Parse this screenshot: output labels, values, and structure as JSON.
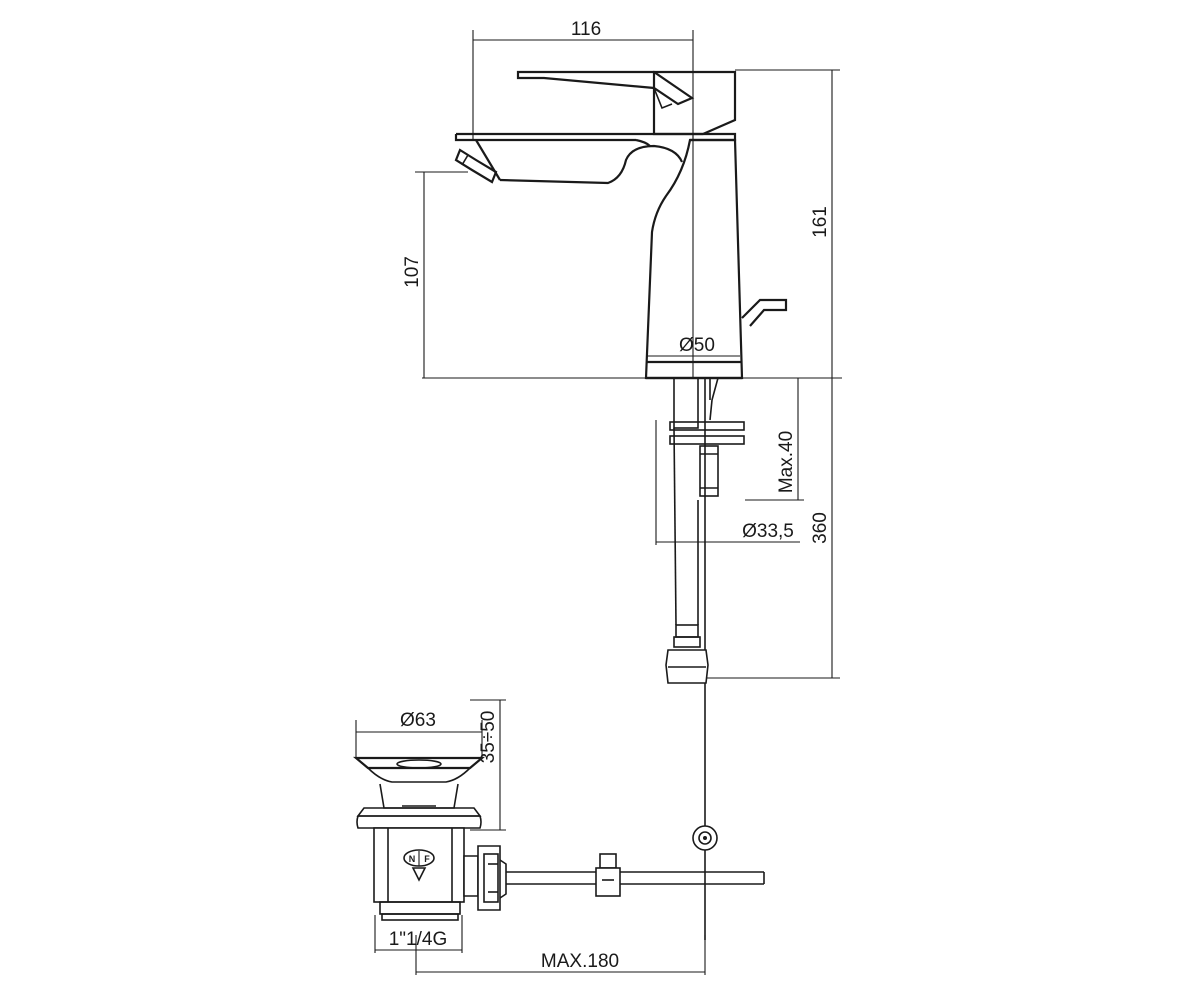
{
  "dimensions": {
    "overall_width": "116",
    "overall_height": "161",
    "spout_height": "107",
    "base_diameter": "Ø50",
    "max_thickness": "Max.40",
    "hose_diameter": "Ø33,5",
    "hose_length": "360",
    "waste_diameter": "Ø63",
    "waste_range": "35÷50",
    "waste_thread": "1\"1/4G",
    "rod_length": "MAX.180"
  },
  "waste_logo": {
    "left": "N",
    "right": "F"
  }
}
